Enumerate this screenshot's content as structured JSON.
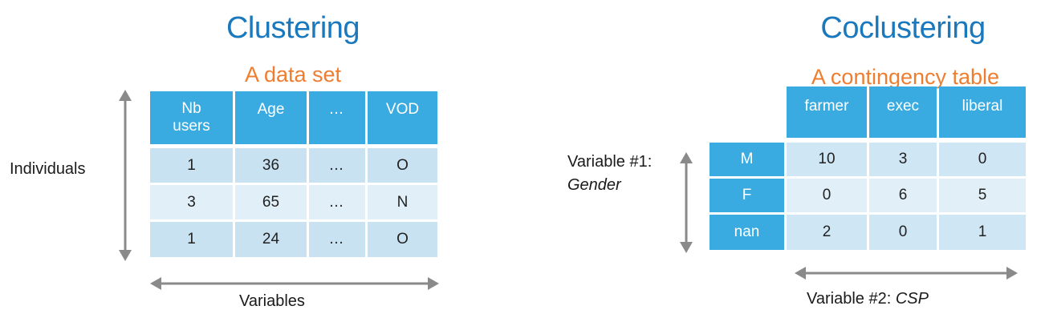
{
  "left": {
    "title": "Clustering",
    "subtitle": "A data set",
    "row_axis_label": "Individuals",
    "col_axis_label": "Variables",
    "table": {
      "headers": [
        "Nb users",
        "Age",
        "…",
        "VOD"
      ],
      "rows": [
        [
          "1",
          "36",
          "…",
          "O"
        ],
        [
          "3",
          "65",
          "…",
          "N"
        ],
        [
          "1",
          "24",
          "…",
          "O"
        ]
      ]
    }
  },
  "right": {
    "title": "Coclustering",
    "subtitle": "A contingency table",
    "var1_prefix": "Variable #1:",
    "var1_name": "Gender",
    "var2_prefix": "Variable #2:",
    "var2_name": "CSP",
    "table": {
      "col_headers": [
        "farmer",
        "exec",
        "liberal"
      ],
      "row_headers": [
        "M",
        "F",
        "nan"
      ],
      "rows": [
        [
          "10",
          "3",
          "0"
        ],
        [
          "0",
          "6",
          "5"
        ],
        [
          "2",
          "0",
          "1"
        ]
      ]
    }
  },
  "colors": {
    "title": "#1a78bd",
    "subtitle": "#ef7d2f",
    "header_cell": "#3aabe0",
    "data_cell": "#c8e2f2",
    "data_cell_alt": "#e0eff8",
    "arrow": "#8a8a8a"
  }
}
